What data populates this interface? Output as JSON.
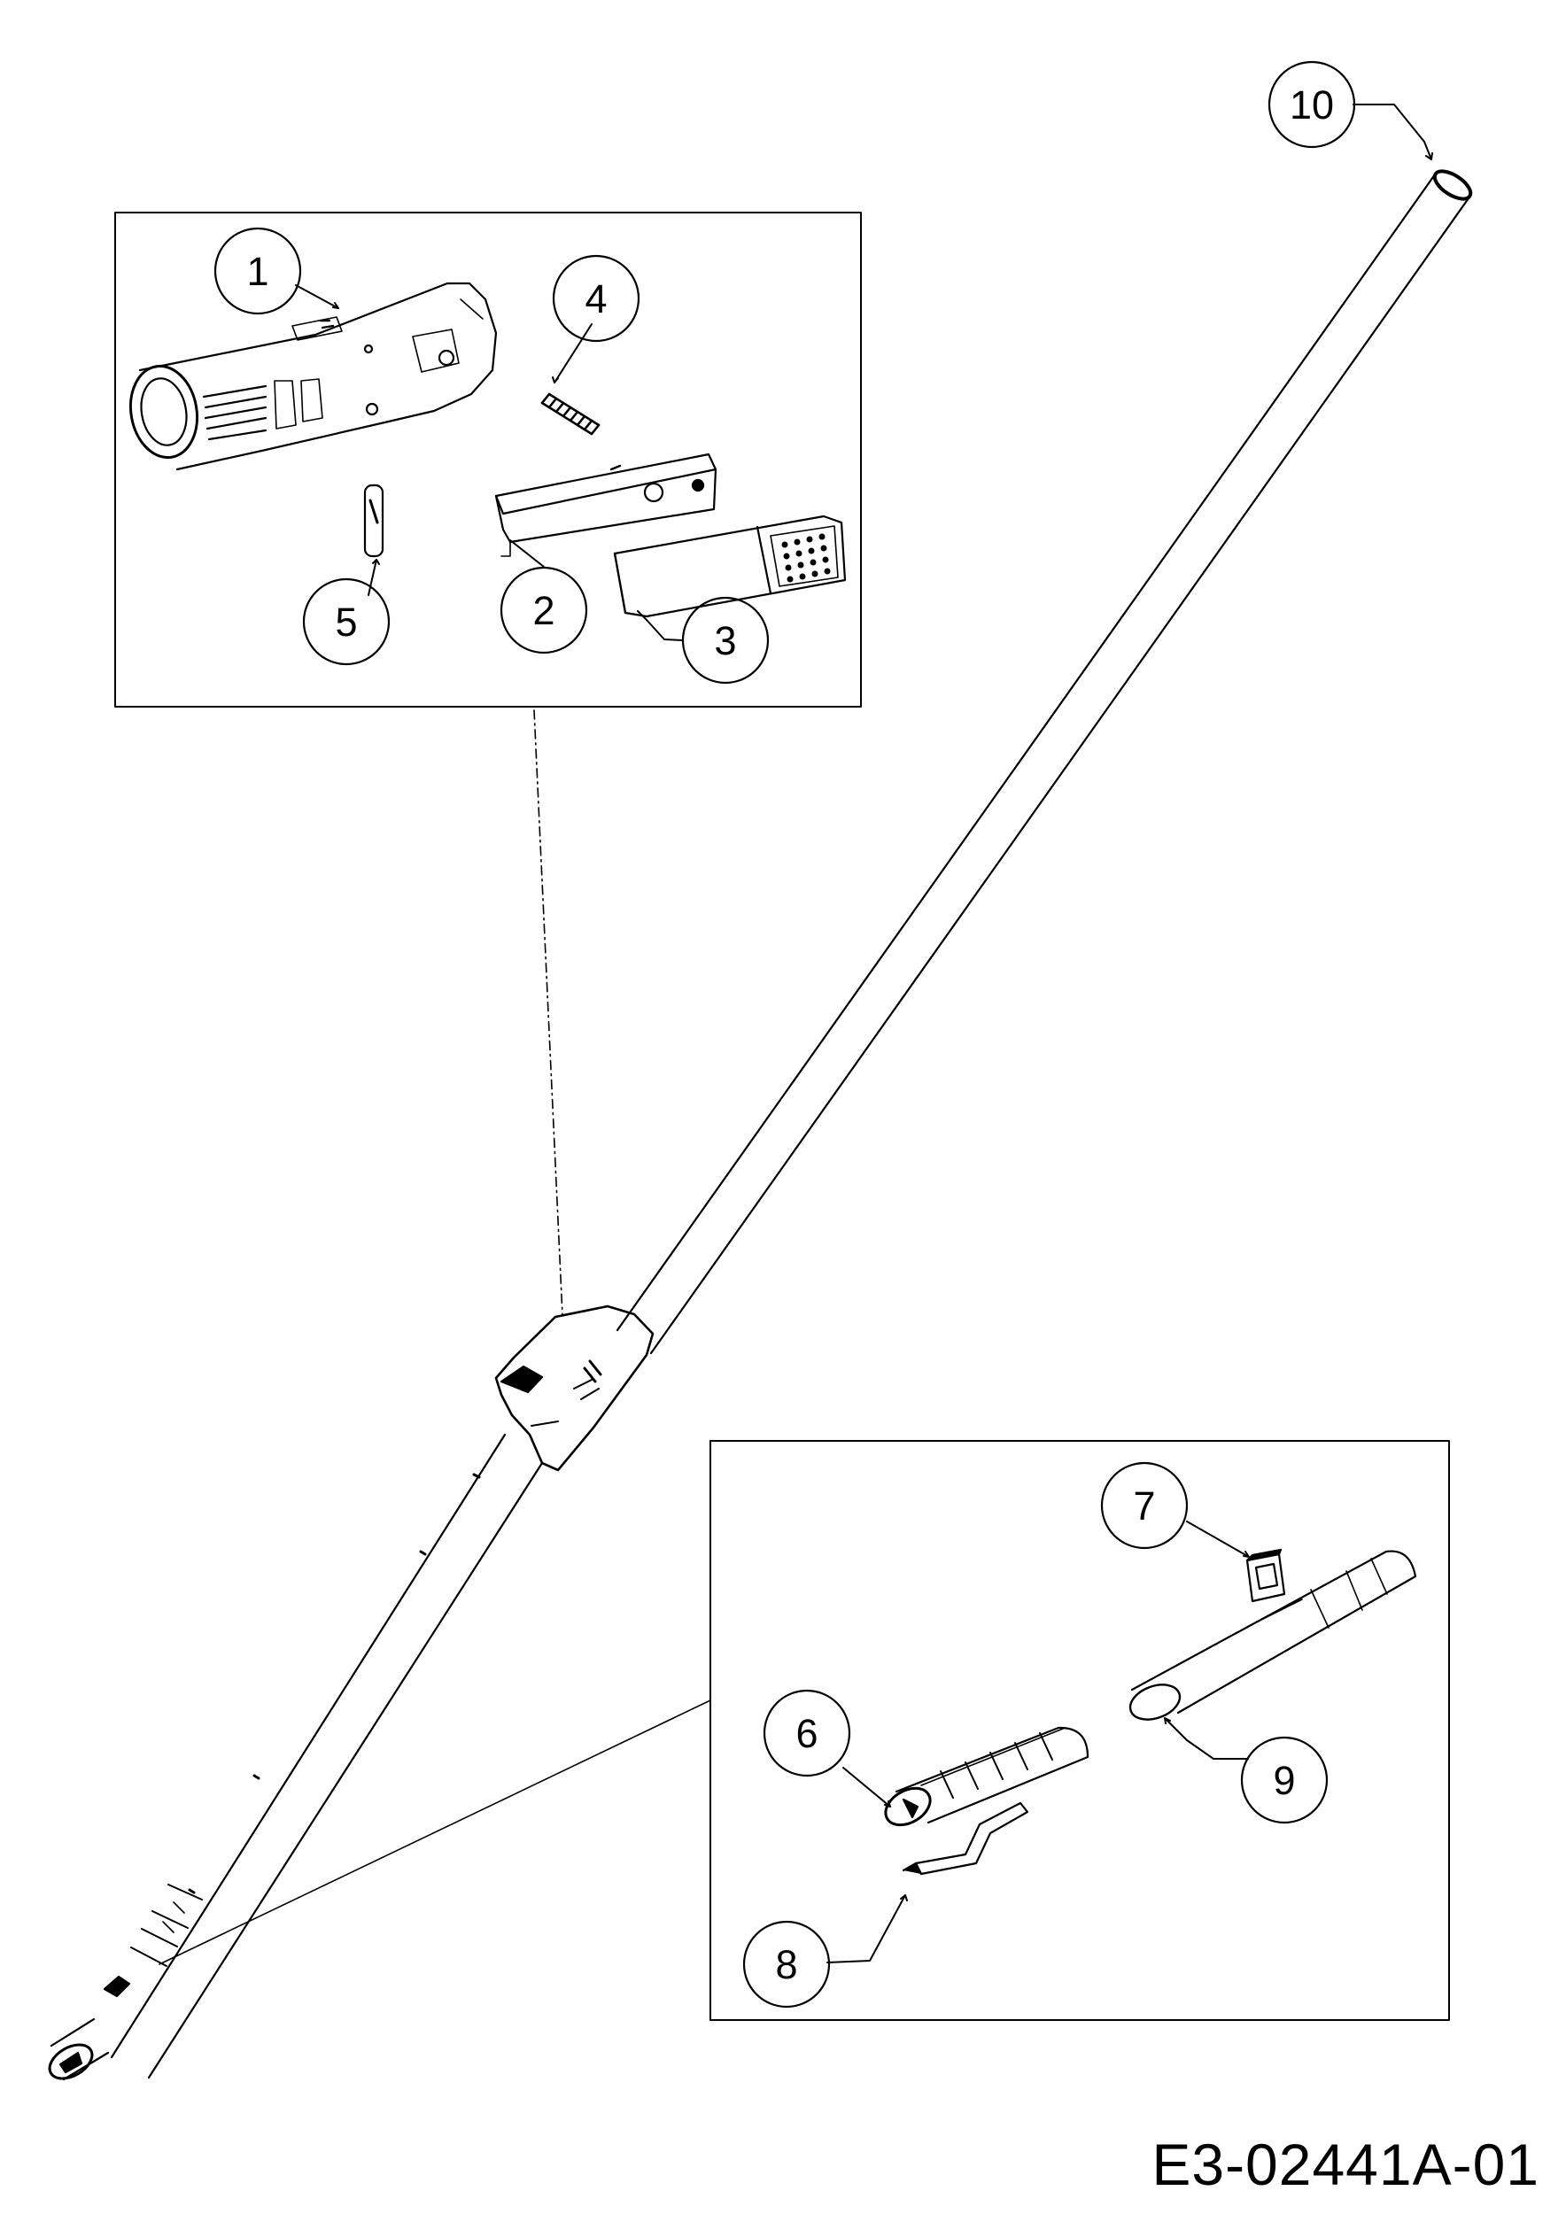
{
  "callouts": [
    {
      "number": "1"
    },
    {
      "number": "2"
    },
    {
      "number": "3"
    },
    {
      "number": "4"
    },
    {
      "number": "5"
    },
    {
      "number": "6"
    },
    {
      "number": "7"
    },
    {
      "number": "8"
    },
    {
      "number": "9"
    },
    {
      "number": "10"
    }
  ],
  "drawing_number": "E3-02441A-01"
}
